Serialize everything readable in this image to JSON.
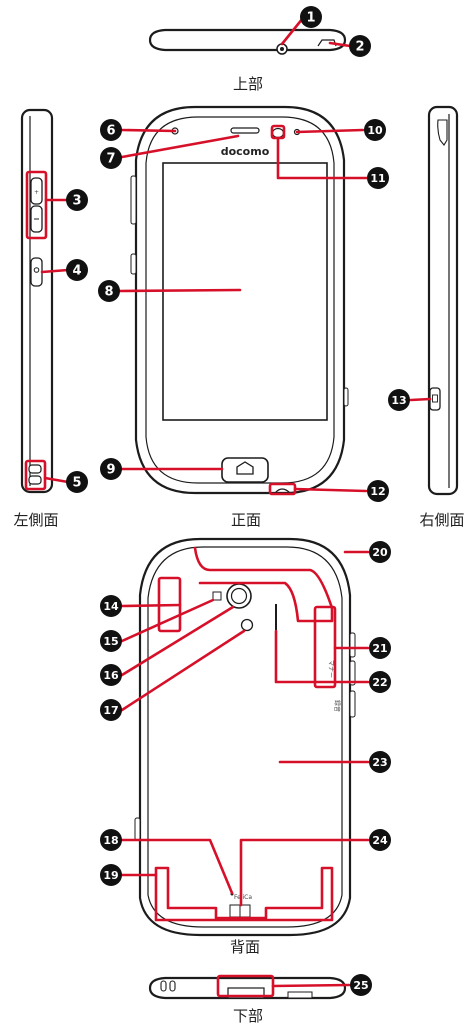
{
  "views": {
    "top": "上部",
    "left": "左側面",
    "front": "正面",
    "right": "右側面",
    "back": "背面",
    "bottom": "下部"
  },
  "brand": "docomo",
  "side_text": {
    "manner": "マナー",
    "record": "録音",
    "felica": "FeliCa"
  },
  "callouts": [
    "1",
    "2",
    "3",
    "4",
    "5",
    "6",
    "7",
    "8",
    "9",
    "10",
    "11",
    "12",
    "13",
    "14",
    "15",
    "16",
    "17",
    "18",
    "19",
    "20",
    "21",
    "22",
    "23",
    "24",
    "25"
  ],
  "colors": {
    "accent": "#d7102a",
    "outline": "#1c1c1c",
    "marker": "#111111"
  }
}
